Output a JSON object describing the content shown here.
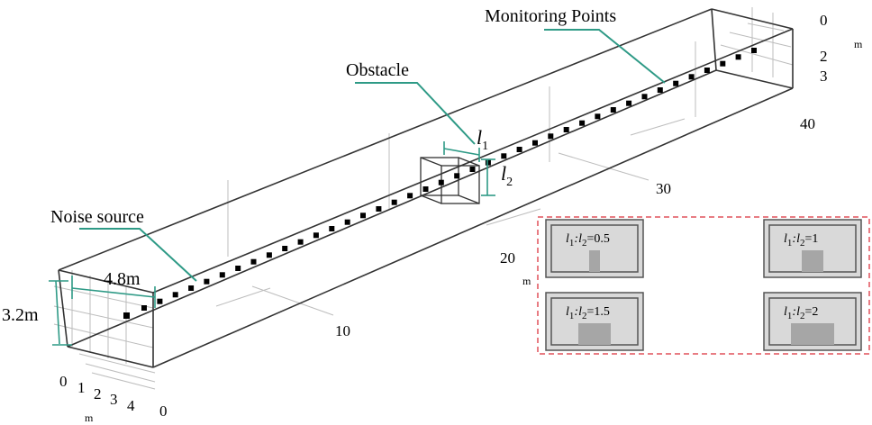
{
  "labels": {
    "monitoring_points": "Monitoring Points",
    "obstacle": "Obstacle",
    "noise_source": "Noise source",
    "width_dim": "4.8m",
    "height_dim": "3.2m",
    "l1": "l",
    "l1_sub": "1",
    "l2": "l",
    "l2_sub": "2"
  },
  "axes": {
    "length_ticks": [
      "0",
      "10",
      "20",
      "30",
      "40"
    ],
    "length_unit": "m",
    "width_ticks": [
      "0",
      "1",
      "2",
      "3",
      "4"
    ],
    "width_unit": "m",
    "height_ticks": [
      "0",
      "2",
      "3"
    ],
    "height_unit": "m"
  },
  "inset": {
    "panels": [
      {
        "ratio_text": "l1:l2=0.5",
        "parts": [
          "l",
          "1",
          ":",
          "l",
          "2",
          "=0.5"
        ],
        "obstacle_ratio": 0.5
      },
      {
        "ratio_text": "l1:l2=1",
        "parts": [
          "l",
          "1",
          ":",
          "l",
          "2",
          "=1"
        ],
        "obstacle_ratio": 1
      },
      {
        "ratio_text": "l1:l2=1.5",
        "parts": [
          "l",
          "1",
          ":",
          "l",
          "2",
          "=1.5"
        ],
        "obstacle_ratio": 1.5
      },
      {
        "ratio_text": "l1:l2=2",
        "parts": [
          "l",
          "1",
          ":",
          "l",
          "2",
          "=2"
        ],
        "obstacle_ratio": 2
      }
    ]
  },
  "colors": {
    "leader": "#2e9a86",
    "tunnel": "#333333",
    "grid": "#bdbdbd",
    "inset_border": "#e0505a",
    "inset_fill": "#d9d9d9",
    "inset_obstacle": "#a6a6a6"
  },
  "monitoring_point_count": 40
}
